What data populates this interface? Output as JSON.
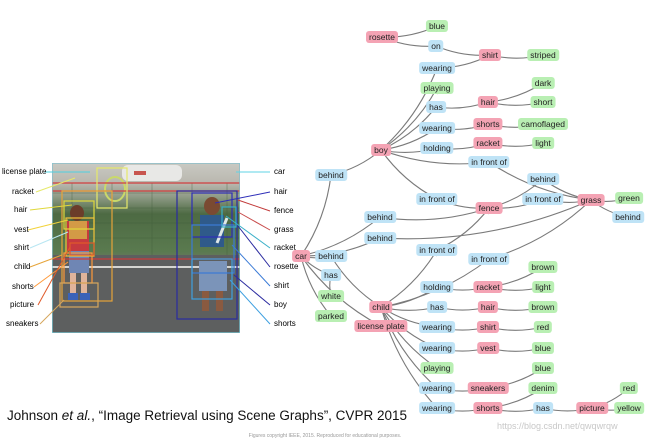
{
  "photo": {
    "left_labels": [
      "license plate",
      "racket",
      "hair",
      "vest",
      "shirt",
      "child",
      "shorts",
      "picture",
      "sneakers"
    ],
    "right_labels": [
      "car",
      "hair",
      "fence",
      "grass",
      "racket",
      "rosette",
      "shirt",
      "boy",
      "shorts"
    ]
  },
  "graph": {
    "nodes": {
      "rosette": {
        "text": "rosette",
        "type": "obj"
      },
      "n_blue1": {
        "text": "blue",
        "type": "att"
      },
      "n_on": {
        "text": "on",
        "type": "rel"
      },
      "shirt_b": {
        "text": "shirt",
        "type": "obj"
      },
      "striped": {
        "text": "striped",
        "type": "att"
      },
      "wearing1": {
        "text": "wearing",
        "type": "rel"
      },
      "playing1": {
        "text": "playing",
        "type": "att"
      },
      "dark": {
        "text": "dark",
        "type": "att"
      },
      "has1": {
        "text": "has",
        "type": "rel"
      },
      "hair_b": {
        "text": "hair",
        "type": "obj"
      },
      "short": {
        "text": "short",
        "type": "att"
      },
      "wearing2": {
        "text": "wearing",
        "type": "rel"
      },
      "shorts_b": {
        "text": "shorts",
        "type": "obj"
      },
      "camo": {
        "text": "camoflaged",
        "type": "att"
      },
      "boy": {
        "text": "boy",
        "type": "obj"
      },
      "holding1": {
        "text": "holding",
        "type": "rel"
      },
      "racket_b": {
        "text": "racket",
        "type": "obj"
      },
      "light1": {
        "text": "light",
        "type": "att"
      },
      "infront1": {
        "text": "in front of",
        "type": "rel"
      },
      "behind1": {
        "text": "behind",
        "type": "rel"
      },
      "behind2": {
        "text": "behind",
        "type": "rel"
      },
      "infront2": {
        "text": "in front of",
        "type": "rel"
      },
      "fence": {
        "text": "fence",
        "type": "obj"
      },
      "infront3": {
        "text": "in front of",
        "type": "rel"
      },
      "grass": {
        "text": "grass",
        "type": "obj"
      },
      "green": {
        "text": "green",
        "type": "att"
      },
      "behind3": {
        "text": "behind",
        "type": "rel"
      },
      "behind4": {
        "text": "behind",
        "type": "rel"
      },
      "behind5": {
        "text": "behind",
        "type": "rel"
      },
      "car": {
        "text": "car",
        "type": "obj"
      },
      "behind6": {
        "text": "behind",
        "type": "rel"
      },
      "infront4": {
        "text": "in front of",
        "type": "rel"
      },
      "infront5": {
        "text": "in front of",
        "type": "rel"
      },
      "has2": {
        "text": "has",
        "type": "rel"
      },
      "white": {
        "text": "white",
        "type": "att"
      },
      "parked": {
        "text": "parked",
        "type": "att"
      },
      "child": {
        "text": "child",
        "type": "obj"
      },
      "lplate": {
        "text": "license plate",
        "type": "obj"
      },
      "holding2": {
        "text": "holding",
        "type": "rel"
      },
      "racket_c": {
        "text": "racket",
        "type": "obj"
      },
      "brown1": {
        "text": "brown",
        "type": "att"
      },
      "light2": {
        "text": "light",
        "type": "att"
      },
      "has3": {
        "text": "has",
        "type": "rel"
      },
      "hair_c": {
        "text": "hair",
        "type": "obj"
      },
      "brown2": {
        "text": "brown",
        "type": "att"
      },
      "wearing3": {
        "text": "wearing",
        "type": "rel"
      },
      "shirt_c": {
        "text": "shirt",
        "type": "obj"
      },
      "red1": {
        "text": "red",
        "type": "att"
      },
      "wearing4": {
        "text": "wearing",
        "type": "rel"
      },
      "vest": {
        "text": "vest",
        "type": "obj"
      },
      "blue2": {
        "text": "blue",
        "type": "att"
      },
      "playing2": {
        "text": "playing",
        "type": "att"
      },
      "wearing5": {
        "text": "wearing",
        "type": "rel"
      },
      "sneakers": {
        "text": "sneakers",
        "type": "obj"
      },
      "blue3": {
        "text": "blue",
        "type": "att"
      },
      "wearing6": {
        "text": "wearing",
        "type": "rel"
      },
      "shorts_c": {
        "text": "shorts",
        "type": "obj"
      },
      "denim": {
        "text": "denim",
        "type": "att"
      },
      "has4": {
        "text": "has",
        "type": "rel"
      },
      "picture": {
        "text": "picture",
        "type": "obj"
      },
      "red2": {
        "text": "red",
        "type": "att"
      },
      "yellow": {
        "text": "yellow",
        "type": "att"
      }
    },
    "edges": [
      [
        "rosette",
        "n_blue1"
      ],
      [
        "rosette",
        "n_on"
      ],
      [
        "n_on",
        "shirt_b"
      ],
      [
        "shirt_b",
        "striped"
      ],
      [
        "boy",
        "wearing1"
      ],
      [
        "wearing1",
        "shirt_b"
      ],
      [
        "boy",
        "playing1"
      ],
      [
        "boy",
        "has1"
      ],
      [
        "has1",
        "hair_b"
      ],
      [
        "hair_b",
        "dark"
      ],
      [
        "hair_b",
        "short"
      ],
      [
        "boy",
        "wearing2"
      ],
      [
        "wearing2",
        "shorts_b"
      ],
      [
        "shorts_b",
        "camo"
      ],
      [
        "boy",
        "holding1"
      ],
      [
        "holding1",
        "racket_b"
      ],
      [
        "racket_b",
        "light1"
      ],
      [
        "boy",
        "infront1"
      ],
      [
        "infront1",
        "grass"
      ],
      [
        "boy",
        "infront2"
      ],
      [
        "infront2",
        "fence"
      ],
      [
        "fence",
        "behind1"
      ],
      [
        "behind1",
        "grass"
      ],
      [
        "fence",
        "infront3"
      ],
      [
        "infront3",
        "grass"
      ],
      [
        "grass",
        "green"
      ],
      [
        "grass",
        "behind3"
      ],
      [
        "car",
        "behind2"
      ],
      [
        "behind2",
        "boy"
      ],
      [
        "car",
        "behind4"
      ],
      [
        "behind4",
        "fence"
      ],
      [
        "car",
        "behind5"
      ],
      [
        "behind5",
        "grass"
      ],
      [
        "car",
        "behind6"
      ],
      [
        "behind6",
        "child"
      ],
      [
        "car",
        "has2"
      ],
      [
        "has2",
        "white"
      ],
      [
        "car",
        "parked"
      ],
      [
        "car",
        "lplate"
      ],
      [
        "child",
        "infront4"
      ],
      [
        "infront4",
        "fence"
      ],
      [
        "child",
        "infront5"
      ],
      [
        "infront5",
        "grass"
      ],
      [
        "child",
        "holding2"
      ],
      [
        "holding2",
        "racket_c"
      ],
      [
        "racket_c",
        "brown1"
      ],
      [
        "racket_c",
        "light2"
      ],
      [
        "child",
        "has3"
      ],
      [
        "has3",
        "hair_c"
      ],
      [
        "hair_c",
        "brown2"
      ],
      [
        "child",
        "wearing3"
      ],
      [
        "wearing3",
        "shirt_c"
      ],
      [
        "shirt_c",
        "red1"
      ],
      [
        "child",
        "wearing4"
      ],
      [
        "wearing4",
        "vest"
      ],
      [
        "vest",
        "blue2"
      ],
      [
        "child",
        "playing2"
      ],
      [
        "child",
        "wearing5"
      ],
      [
        "wearing5",
        "sneakers"
      ],
      [
        "sneakers",
        "blue3"
      ],
      [
        "child",
        "wearing6"
      ],
      [
        "wearing6",
        "shorts_c"
      ],
      [
        "shorts_c",
        "denim"
      ],
      [
        "shorts_c",
        "has4"
      ],
      [
        "has4",
        "picture"
      ],
      [
        "picture",
        "red2"
      ],
      [
        "picture",
        "yellow"
      ]
    ]
  },
  "caption": {
    "author": "Johnson ",
    "etal": "et al.",
    "rest": ", “Image Retrieval using Scene Graphs”, CVPR 2015"
  },
  "copyright": "Figures copyright IEEE, 2015. Reproduced for educational purposes.",
  "watermark": "https://blog.csdn.net/qwqwrqw"
}
